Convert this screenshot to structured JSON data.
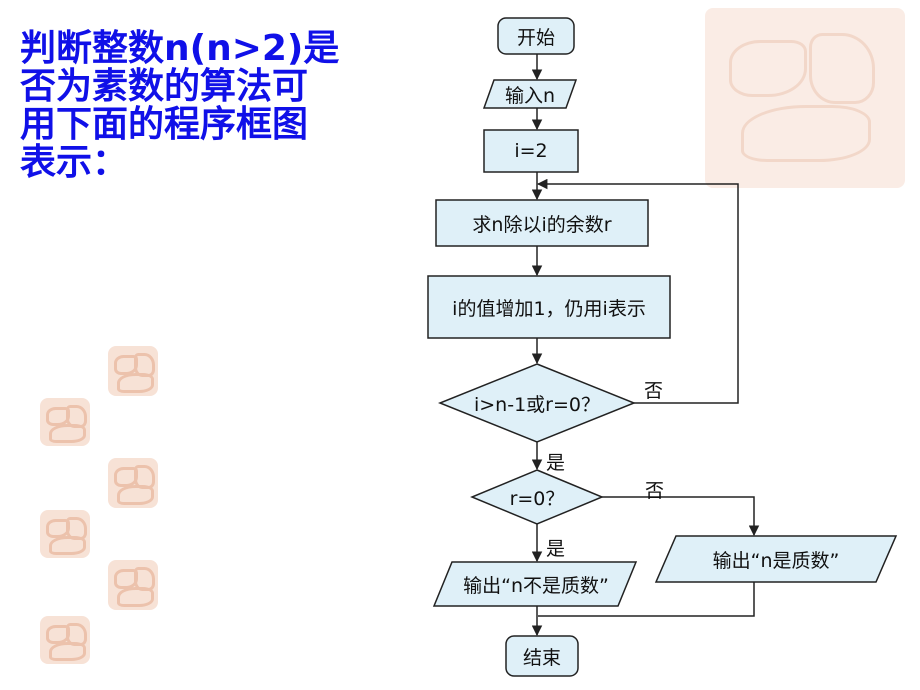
{
  "heading": {
    "lines": [
      "判断整数n(n>2)是",
      "否为素数的算法可",
      "用下面的程序框图",
      "表示："
    ]
  },
  "flowchart": {
    "start": "开始",
    "input": "输入n",
    "init": "i=2",
    "remainder": "求n除以i的余数r",
    "increment": "i的值增加1，仍用i表示",
    "cond1": "i>n-1或r=0？",
    "cond2": "r=0？",
    "out_not_prime": "输出“n不是质数”",
    "out_prime": "输出“n是质数”",
    "end": "结束",
    "label_yes1": "是",
    "label_no1": "否",
    "label_yes2": "是",
    "label_no2": "否"
  },
  "colors": {
    "heading": "#1010e8",
    "node_fill": "#dff0f8",
    "node_stroke": "#222222",
    "decoration": "#f6ddd0"
  },
  "decoration": {
    "type": "seal-stamp"
  }
}
